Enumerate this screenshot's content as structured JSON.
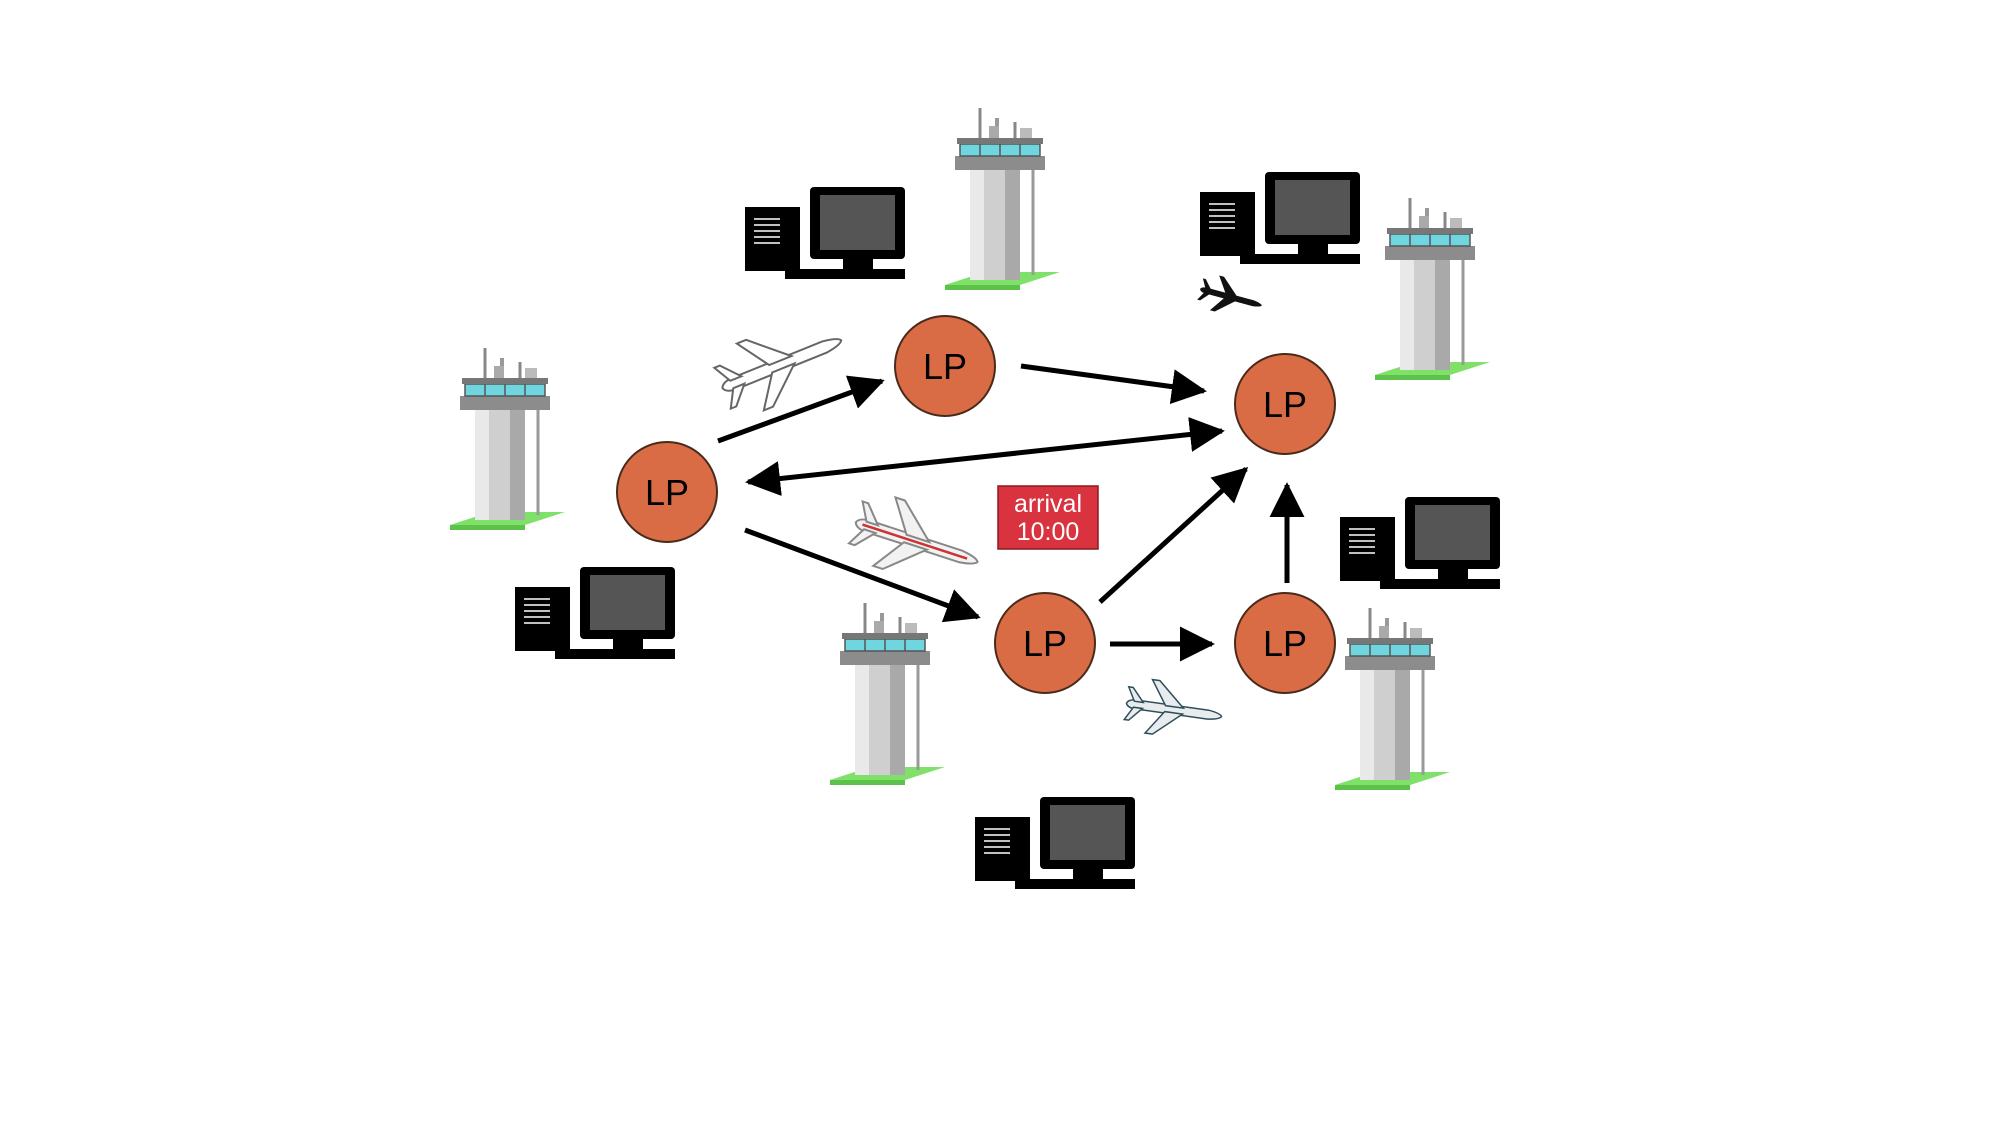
{
  "diagram": {
    "node_label": "LP",
    "colors": {
      "node_fill": "#d96c45",
      "node_stroke": "#4a2a1a",
      "arrow": "#000000",
      "message_fill": "#d9333f",
      "tower_body": "#c8c8c8",
      "tower_glass": "#6fd6e0",
      "tower_base": "#7fe06a",
      "computer": "#000000",
      "screen": "#555555"
    },
    "nodes": [
      {
        "id": "lp-left",
        "label": "LP"
      },
      {
        "id": "lp-top",
        "label": "LP"
      },
      {
        "id": "lp-right",
        "label": "LP"
      },
      {
        "id": "lp-center",
        "label": "LP"
      },
      {
        "id": "lp-bottom-right",
        "label": "LP"
      }
    ],
    "edges": [
      {
        "from": "lp-left",
        "to": "lp-top"
      },
      {
        "from": "lp-top",
        "to": "lp-right"
      },
      {
        "from": "lp-right",
        "to": "lp-left",
        "bidirectional": true
      },
      {
        "from": "lp-left",
        "to": "lp-center"
      },
      {
        "from": "lp-center",
        "to": "lp-right"
      },
      {
        "from": "lp-center",
        "to": "lp-bottom-right"
      },
      {
        "from": "lp-bottom-right",
        "to": "lp-right"
      }
    ],
    "message": {
      "line1": "arrival",
      "line2": "10:00"
    },
    "icons": [
      "control-tower-icon",
      "computer-icon",
      "airplane-icon"
    ]
  }
}
